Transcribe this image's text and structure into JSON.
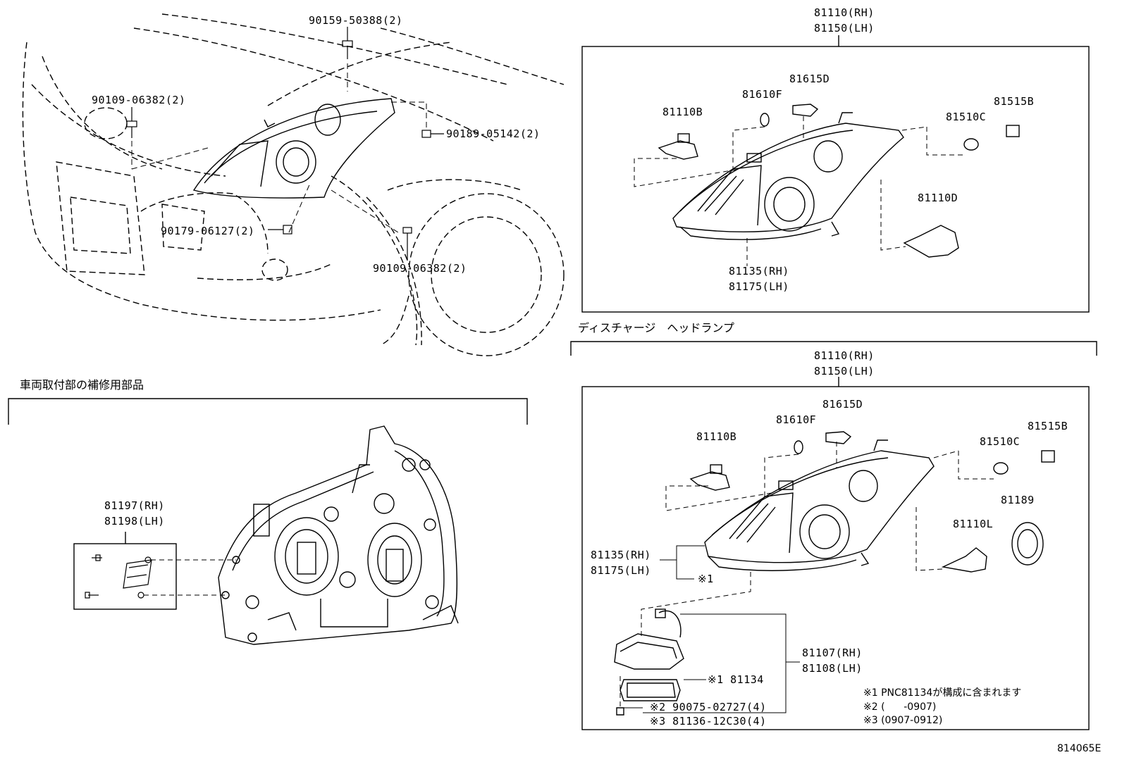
{
  "overview": {
    "labels": {
      "bolt_top": "90159-50388(2)",
      "screw_left": "90109-06382(2)",
      "clip_right": "90189-05142(2)",
      "clip_lower": "90179-06127(2)",
      "screw_lower": "90109-06382(2)"
    }
  },
  "standard_headlamp": {
    "assy_rh": "81110(RH)",
    "assy_lh": "81150(LH)",
    "bulb_b": "81110B",
    "bulb_f": "81610F",
    "socket_d": "81615D",
    "bulb_c": "81510C",
    "socket_b": "81515B",
    "bulb_d": "81110D",
    "housing_rh": "81135(RH)",
    "housing_lh": "81175(LH)"
  },
  "discharge_headlamp": {
    "title": "ディスチャージ　ヘッドランプ",
    "assy_rh": "81110(RH)",
    "assy_lh": "81150(LH)",
    "bulb_b": "81110B",
    "bulb_f": "81610F",
    "socket_d": "81615D",
    "bulb_c": "81510C",
    "socket_b": "81515B",
    "cap": "81189",
    "bulb_l": "81110L",
    "housing_rh": "81135(RH)",
    "housing_lh": "81175(LH)",
    "housing_note": "※1",
    "ballast_rh": "81107(RH)",
    "ballast_lh": "81108(LH)",
    "gasket": "※1 81134",
    "screw": "※2 90075-02727(4)",
    "screw_alt": "※3 81136-12C30(4)",
    "notes": [
      "※1 PNC81134が構成に含まれます",
      "※2 (      -0907)",
      "※3 (0907-0912)"
    ]
  },
  "repair_parts": {
    "title": "車両取付部の補修用部品",
    "bracket_rh": "81197(RH)",
    "bracket_lh": "81198(LH)"
  },
  "figure_id": "814065E"
}
